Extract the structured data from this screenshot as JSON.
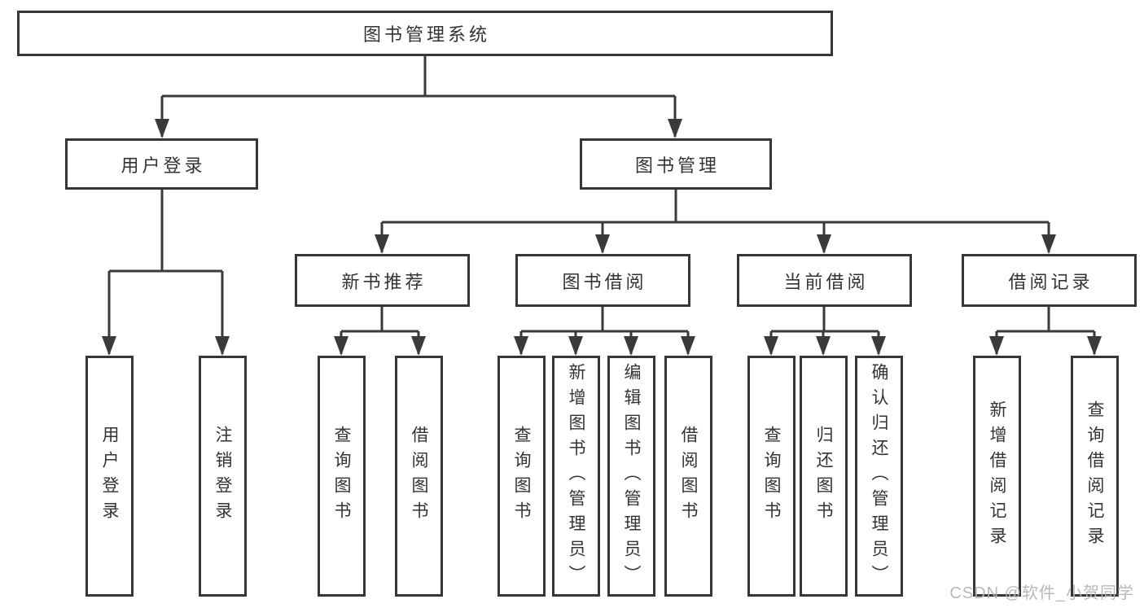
{
  "tree": {
    "root": {
      "label": "图书管理系统"
    },
    "branches": [
      {
        "label": "用户登录",
        "children": [
          {
            "label": "用户登录"
          },
          {
            "label": "注销登录"
          }
        ]
      },
      {
        "label": "图书管理",
        "sections": [
          {
            "label": "新书推荐",
            "children": [
              {
                "label": "查询图书"
              },
              {
                "label": "借阅图书"
              }
            ]
          },
          {
            "label": "图书借阅",
            "children": [
              {
                "label": "查询图书"
              },
              {
                "label": "新增图书（管理员）"
              },
              {
                "label": "编辑图书（管理员）"
              },
              {
                "label": "借阅图书"
              }
            ]
          },
          {
            "label": "当前借阅",
            "children": [
              {
                "label": "查询图书"
              },
              {
                "label": "归还图书"
              },
              {
                "label": "确认归还（管理员）"
              }
            ]
          },
          {
            "label": "借阅记录",
            "children": [
              {
                "label": "新增借阅记录"
              },
              {
                "label": "查询借阅记录"
              }
            ]
          }
        ]
      }
    ]
  },
  "watermark": "CSDN @软件_小贺同学",
  "colors": {
    "line": "#3a3a3a",
    "box_border": "#363636",
    "box_background": "#ffffff",
    "text": "#333333",
    "watermark": "#b5b5b5"
  }
}
